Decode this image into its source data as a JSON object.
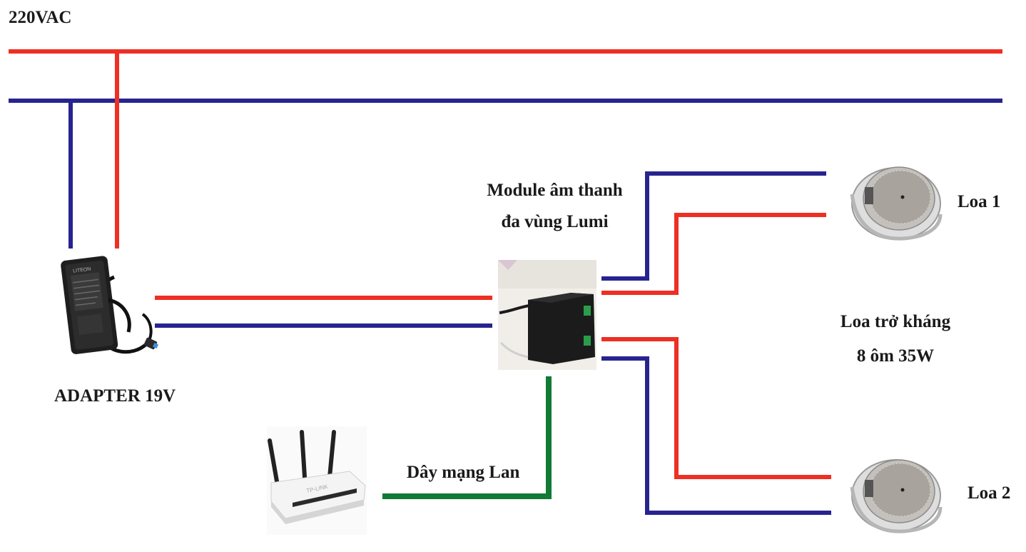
{
  "labels": {
    "ac_supply": "220VAC",
    "adapter": "ADAPTER 19V",
    "module_line1": "Module âm thanh",
    "module_line2": "đa vùng Lumi",
    "speaker1": "Loa 1",
    "speaker2": "Loa 2",
    "impedance_line1": "Loa trở kháng",
    "impedance_line2": "8 ôm 35W",
    "lan_cable": "Dây mạng Lan",
    "router_brand": "TP-LINK",
    "adapter_brand": "LITEON"
  },
  "colors": {
    "live_wire": "#ee2f24",
    "neutral_wire": "#27248f",
    "lan_wire": "#117a35",
    "text": "#1a1a1a"
  },
  "icons": {
    "adapter": "power-adapter-icon",
    "module": "audio-module-icon",
    "router": "wifi-router-icon",
    "speaker": "ceiling-speaker-icon"
  }
}
